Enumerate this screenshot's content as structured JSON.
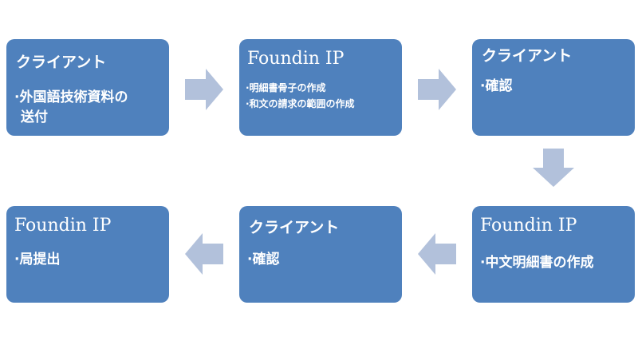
{
  "colors": {
    "box_fill": "#4f81bd",
    "box_text": "#ffffff",
    "arrow_fill": "#b2c1db"
  },
  "steps": [
    {
      "title": "クライアント",
      "items": [
        "·外国語技術資料の",
        "送付"
      ]
    },
    {
      "title": "Foundin IP",
      "items": [
        "·明細書骨子の作成",
        "·和文の請求の範囲の作成"
      ]
    },
    {
      "title": "クライアント",
      "items": [
        "·確認"
      ]
    },
    {
      "title": "Foundin IP",
      "items": [
        "·中文明細書の作成"
      ]
    },
    {
      "title": "クライアント",
      "items": [
        "·確認"
      ]
    },
    {
      "title": "Foundin IP",
      "items": [
        "·局提出"
      ]
    }
  ],
  "arrows": [
    {
      "direction": "right"
    },
    {
      "direction": "right"
    },
    {
      "direction": "down"
    },
    {
      "direction": "left"
    },
    {
      "direction": "left"
    }
  ]
}
